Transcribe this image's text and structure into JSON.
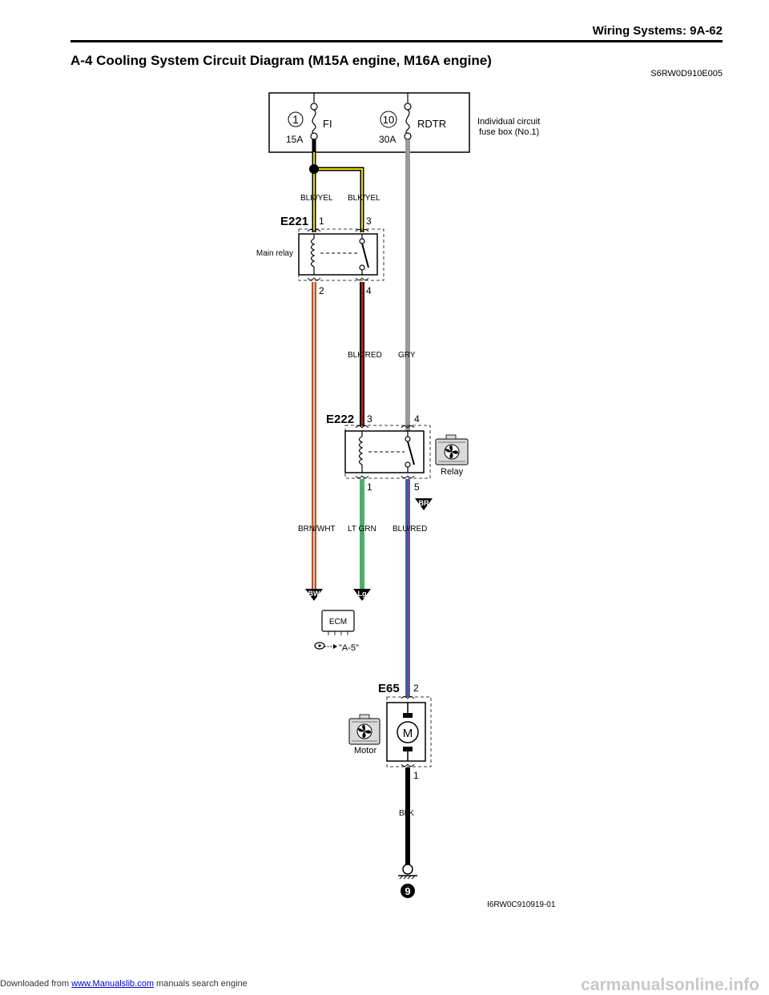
{
  "header": {
    "title": "Wiring Systems:    9A-62"
  },
  "section": {
    "title": "A-4 Cooling System Circuit Diagram (M15A engine, M16A engine)",
    "code": "S6RW0D910E005"
  },
  "fuse_box": {
    "label_line1": "Individual circuit",
    "label_line2": "fuse box (No.1)",
    "fuses": [
      {
        "number": "1",
        "name": "FI",
        "rating": "15A"
      },
      {
        "number": "10",
        "name": "RDTR",
        "rating": "30A"
      }
    ]
  },
  "wires": {
    "blk_yel_1": "BLK/YEL",
    "blk_yel_2": "BLK/YEL",
    "blk_red": "BLK/RED",
    "gry": "GRY",
    "brn_wht": "BRN/WHT",
    "lt_grn": "LT GRN",
    "blu_red": "BLU/RED",
    "blk": "BLK"
  },
  "main_relay": {
    "connector": "E221",
    "label": "Main relay",
    "pins": [
      "1",
      "3",
      "2",
      "4"
    ]
  },
  "fan_relay": {
    "connector": "E222",
    "label": "Relay",
    "pins": [
      "3",
      "4",
      "1",
      "5"
    ]
  },
  "flags": {
    "br": "BR",
    "bw": "BW",
    "lg": "Lg"
  },
  "ecm": {
    "label": "ECM",
    "ref": "\"A-5\""
  },
  "motor": {
    "connector": "E65",
    "label": "Motor",
    "symbol": "M",
    "pins": [
      "2",
      "1"
    ]
  },
  "ground": {
    "number": "9"
  },
  "figure_id": "I6RW0C910919-01",
  "footer": {
    "prefix": "Downloaded from ",
    "link": "www.Manualslib.com",
    "suffix": " manuals search engine",
    "watermark": "carmanualsonline.info"
  },
  "colors": {
    "blk_yel_stripe": "#f2e200",
    "brn": "#b5532a",
    "red": "#d21e1e",
    "gry": "#9a9a9a",
    "lt_grn": "#4cae6e",
    "blu": "#3a63b8"
  },
  "icons": [
    "fuse-icon",
    "relay-coil-icon",
    "relay-switch-icon",
    "fan-icon",
    "motor-icon",
    "ground-icon",
    "ecm-icon",
    "reference-arrow-icon"
  ]
}
